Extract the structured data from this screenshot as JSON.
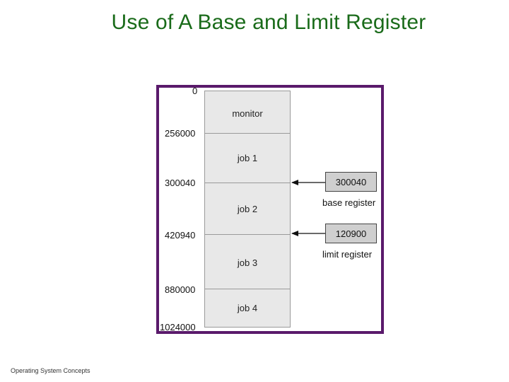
{
  "title": "Use of A Base and Limit Register",
  "footer": "Operating System Concepts",
  "memory": {
    "segments": [
      "monitor",
      "job 1",
      "job 2",
      "job 3",
      "job 4"
    ],
    "addresses": [
      "0",
      "256000",
      "300040",
      "420940",
      "880000",
      "1024000"
    ]
  },
  "base_register": {
    "value": "300040",
    "label": "base register"
  },
  "limit_register": {
    "value": "120900",
    "label": "limit register"
  },
  "colors": {
    "title": "#1a6b1a",
    "frame": "#5a1a6b",
    "memory_fill": "#e8e8e8",
    "register_fill": "#cfcfcf"
  }
}
